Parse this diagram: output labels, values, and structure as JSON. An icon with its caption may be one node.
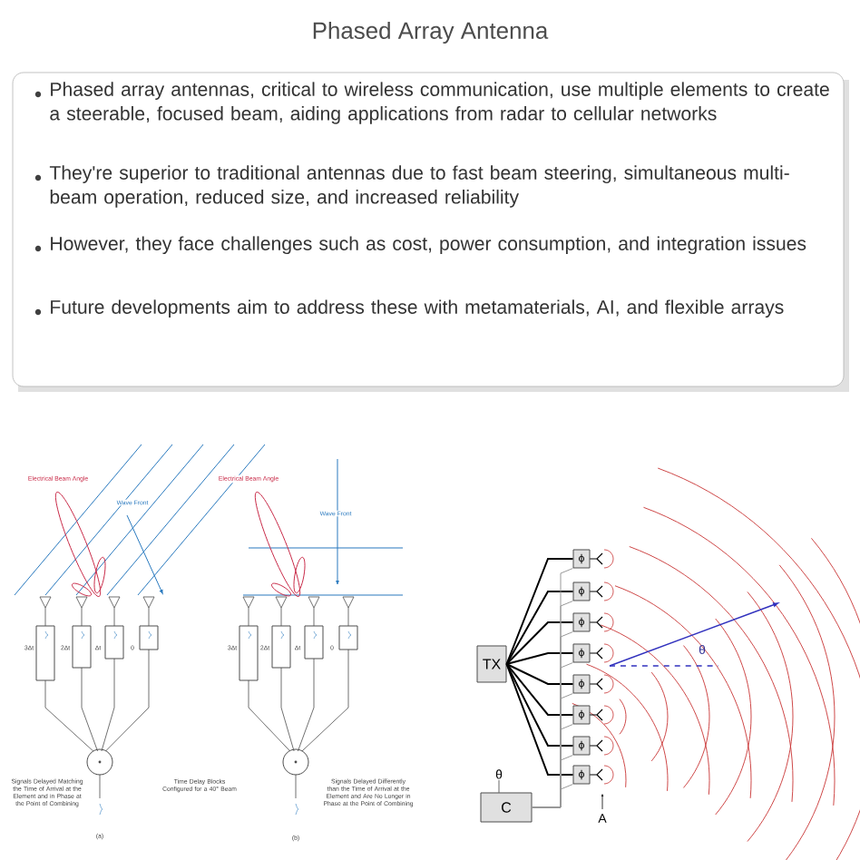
{
  "diagram": {
    "title": "Phased Array Antenna",
    "nodes": [
      {
        "text": [
          "TX"
        ]
      },
      {
        "text": [
          "C"
        ]
      },
      {
        "text": [
          "ϕ"
        ]
      },
      {
        "text": [
          "ϕ"
        ]
      },
      {
        "text": [
          "ϕ"
        ]
      },
      {
        "text": [
          "ϕ"
        ]
      },
      {
        "text": [
          "ϕ"
        ]
      },
      {
        "text": [
          "ϕ"
        ]
      },
      {
        "text": [
          "ϕ"
        ]
      },
      {
        "text": [
          "ϕ"
        ]
      }
    ],
    "edges": [
      {
        "from": 0,
        "to": 2,
        "arrow": "none"
      },
      {
        "from": 0,
        "to": 3,
        "arrow": "none"
      },
      {
        "from": 0,
        "to": 4,
        "arrow": "none"
      },
      {
        "from": 0,
        "to": 5,
        "arrow": "none"
      },
      {
        "from": 0,
        "to": 6,
        "arrow": "none"
      },
      {
        "from": 0,
        "to": 7,
        "arrow": "none"
      },
      {
        "from": 0,
        "to": 8,
        "arrow": "none"
      },
      {
        "from": 0,
        "to": 9,
        "arrow": "none"
      },
      {
        "from": 1,
        "to": 2,
        "arrow": "none",
        "color": "#999999"
      },
      {
        "from": 1,
        "to": 3,
        "arrow": "none",
        "color": "#999999"
      },
      {
        "from": 1,
        "to": 4,
        "arrow": "none",
        "color": "#999999"
      },
      {
        "from": 1,
        "to": 5,
        "arrow": "none",
        "color": "#999999"
      },
      {
        "from": 1,
        "to": 6,
        "arrow": "none",
        "color": "#999999"
      },
      {
        "from": 1,
        "to": 7,
        "arrow": "none",
        "color": "#999999"
      },
      {
        "from": 1,
        "to": 8,
        "arrow": "none",
        "color": "#999999"
      },
      {
        "from": 1,
        "to": 9,
        "arrow": "none",
        "color": "#999999"
      }
    ],
    "labels": [
      "Phased array antennas, critical to wireless communication, use multiple elements to create a steerable, focused beam, aiding applications from radar to cellular networks",
      "They're superior to traditional antennas due to fast beam steering, simultaneous multi-beam operation, reduced size, and increased reliability",
      "However, they face challenges such as cost, power consumption, and integration issues",
      "Future developments aim to address these with metamaterials, AI, and flexible arrays",
      "Electrical Beam Angle",
      "Wave Front",
      "3Δt",
      "2Δt",
      "Δt",
      "0",
      "Signals Delayed Matching the Time of Arrival at the Element and in Phase at the Point of Combining",
      "Time Delay Blocks Configured for a 40° Beam",
      "(a)",
      "Electrical Beam Angle",
      "Wave Front",
      "3Δt",
      "2Δt",
      "Δt",
      "0",
      "Signals Delayed Differently than the Time of Arrival at the Element and Are No Longer in Phase at the Point of Combining",
      "(b)",
      "θ",
      "A",
      "θ"
    ]
  }
}
